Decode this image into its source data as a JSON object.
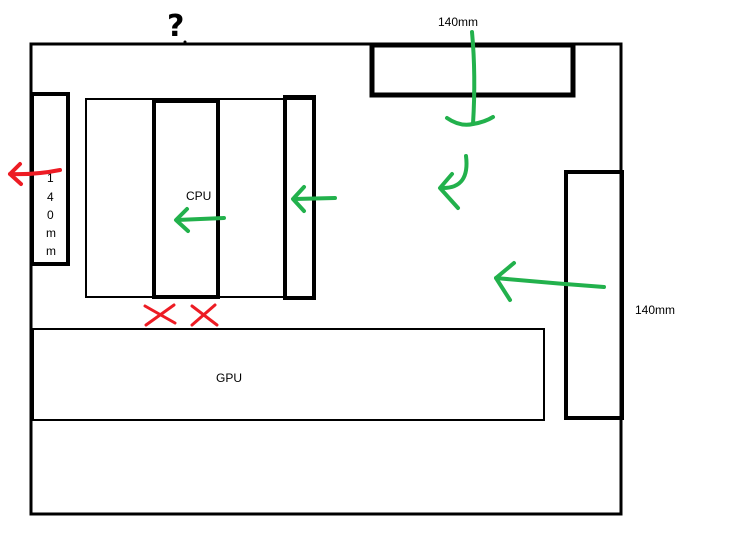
{
  "labels": {
    "question": "?",
    "top_fan": "140mm",
    "right_fan": "140mm",
    "cpu": "CPU",
    "gpu": "GPU",
    "left_fan_chars": [
      "1",
      "4",
      "0",
      "m",
      "m"
    ]
  },
  "colors": {
    "outline": "#000000",
    "airflow_in": "#22b14c",
    "exhaust_and_blocked": "#ed1c24",
    "background": "#ffffff"
  },
  "annotations": {
    "blocked_marks": 2,
    "blocked_symbol": "x-icon"
  }
}
